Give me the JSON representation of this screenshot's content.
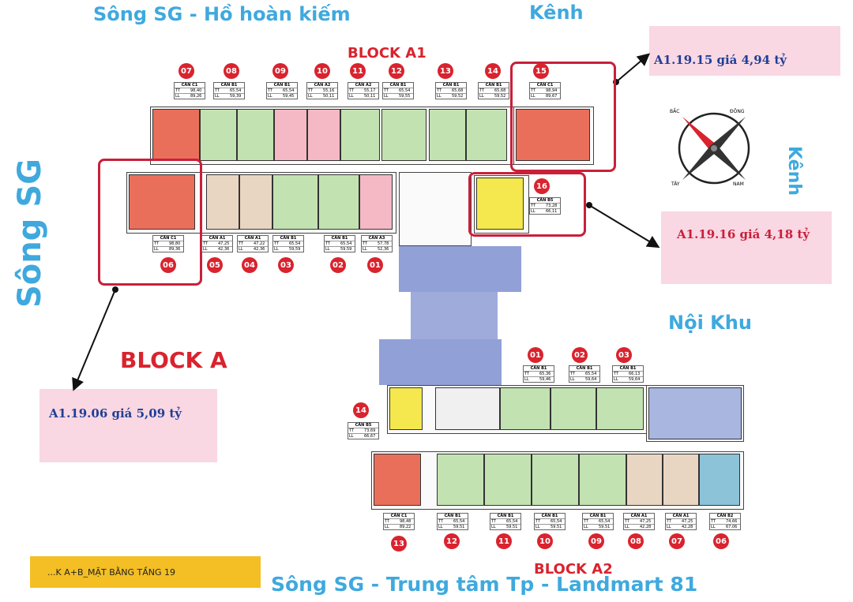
{
  "directions": {
    "top_left": "Sông SG - Hồ hoàn kiếm",
    "top_right": "Kênh",
    "right": "Kênh",
    "left": "Sông SG",
    "middle_right": "Nội Khu",
    "bottom": "Sông SG - Trung tâm Tp - Landmart 81"
  },
  "blocks": {
    "a1": "BLOCK A1",
    "a": "BLOCK A",
    "a2": "BLOCK A2"
  },
  "prices": {
    "p15": "A1.19.15 giá 4,94 tỷ",
    "p16": "A1.19.16 giá 4,18 tỷ",
    "p06": "A1.19.06 giá 5,09 tỷ"
  },
  "compass": {
    "n": "BẮC",
    "e": "ĐÔNG",
    "w": "TÂY",
    "s": "NAM"
  },
  "footer_label": "...K A+B_MẶT BẰNG TẦNG 19",
  "colors": {
    "accent_red": "#d9232e",
    "direction_blue": "#3fa9de",
    "price_blue": "#1f3f96",
    "price_red": "#c8203a"
  },
  "a1_top_units": [
    {
      "no": "07",
      "type": "CĂN C1",
      "tt": "98,40",
      "ll": "89,26"
    },
    {
      "no": "08",
      "type": "CĂN B1",
      "tt": "65,54",
      "ll": "59,39"
    },
    {
      "no": "09",
      "type": "CĂN B1",
      "tt": "65,54",
      "ll": "59,45"
    },
    {
      "no": "10",
      "type": "CĂN A2",
      "tt": "55,16",
      "ll": "50,11"
    },
    {
      "no": "11",
      "type": "CĂN A2",
      "tt": "55,17",
      "ll": "50,11"
    },
    {
      "no": "12",
      "type": "CĂN B1",
      "tt": "65,54",
      "ll": "59,55"
    },
    {
      "no": "13",
      "type": "CĂN B1",
      "tt": "65,68",
      "ll": "59,52"
    },
    {
      "no": "14",
      "type": "CĂN B1",
      "tt": "65,68",
      "ll": "59,52"
    },
    {
      "no": "15",
      "type": "CĂN C1",
      "tt": "98,94",
      "ll": "89,67"
    }
  ],
  "a1_bottom_units": [
    {
      "no": "06",
      "type": "CĂN C1",
      "tt": "98,80",
      "ll": "89,36"
    },
    {
      "no": "05",
      "type": "CĂN A1",
      "tt": "47,25",
      "ll": "42,36"
    },
    {
      "no": "04",
      "type": "CĂN A1",
      "tt": "47,22",
      "ll": "42,36"
    },
    {
      "no": "03",
      "type": "CĂN B1",
      "tt": "65,54",
      "ll": "59,59"
    },
    {
      "no": "02",
      "type": "CĂN B1",
      "tt": "65,54",
      "ll": "59,59"
    },
    {
      "no": "01",
      "type": "CĂN A3",
      "tt": "57,78",
      "ll": "52,36"
    }
  ],
  "a1_unit16": {
    "no": "16",
    "type": "CĂN B5",
    "tt": "73,28",
    "ll": "66,11"
  },
  "a2_top_units": [
    {
      "no": "01",
      "type": "CĂN B1",
      "tt": "65,36",
      "ll": "59,46"
    },
    {
      "no": "02",
      "type": "CĂN B1",
      "tt": "65,54",
      "ll": "59,64"
    },
    {
      "no": "03",
      "type": "CĂN B1",
      "tt": "66,13",
      "ll": "59,64"
    }
  ],
  "a2_unit14": {
    "no": "14",
    "type": "CĂN B5",
    "tt": "73,69",
    "ll": "66,67"
  },
  "a2_bottom_units": [
    {
      "no": "13",
      "type": "CĂN C1",
      "tt": "98,48",
      "ll": "89,22"
    },
    {
      "no": "12",
      "type": "CĂN B1",
      "tt": "65,54",
      "ll": "59,51"
    },
    {
      "no": "11",
      "type": "CĂN B1",
      "tt": "65,54",
      "ll": "59,51"
    },
    {
      "no": "10",
      "type": "CĂN B1",
      "tt": "65,54",
      "ll": "59,51"
    },
    {
      "no": "09",
      "type": "CĂN B1",
      "tt": "65,54",
      "ll": "59,51"
    },
    {
      "no": "08",
      "type": "CĂN A1",
      "tt": "47,25",
      "ll": "42,28"
    },
    {
      "no": "07",
      "type": "CĂN A1",
      "tt": "47,25",
      "ll": "42,28"
    },
    {
      "no": "06",
      "type": "CĂN B2",
      "tt": "74,66",
      "ll": "67,06"
    }
  ]
}
